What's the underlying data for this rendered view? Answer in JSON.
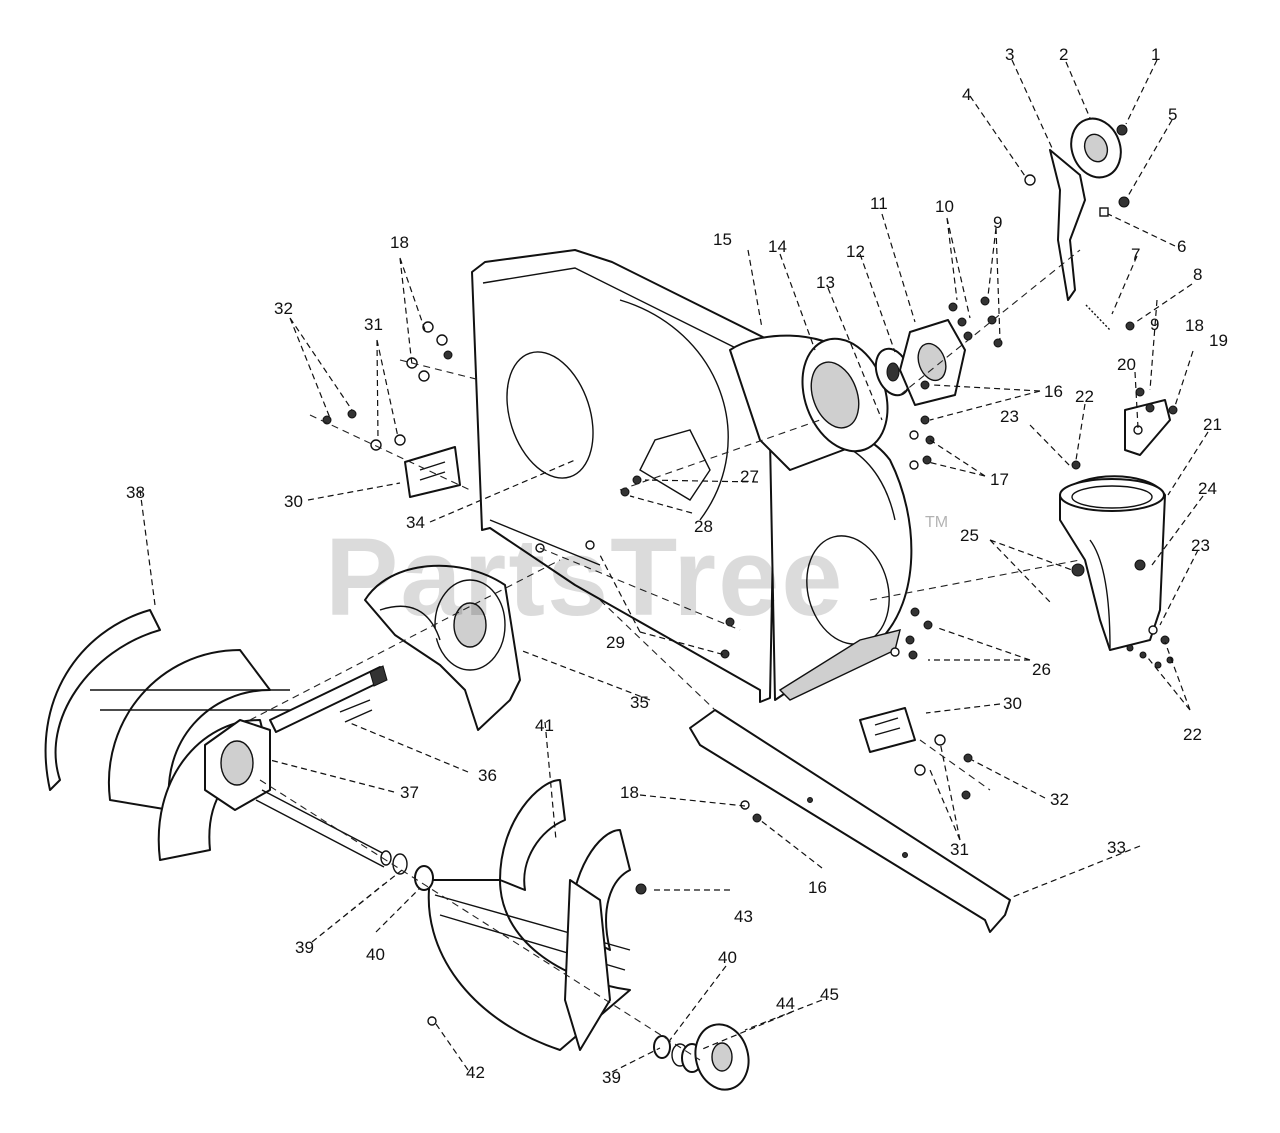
{
  "watermark": {
    "brand": "PartsTree",
    "trademark": "TM"
  },
  "callouts": [
    {
      "id": "c1",
      "label": "1"
    },
    {
      "id": "c2",
      "label": "2"
    },
    {
      "id": "c3",
      "label": "3"
    },
    {
      "id": "c4",
      "label": "4"
    },
    {
      "id": "c5",
      "label": "5"
    },
    {
      "id": "c6",
      "label": "6"
    },
    {
      "id": "c7",
      "label": "7"
    },
    {
      "id": "c8",
      "label": "8"
    },
    {
      "id": "c9a",
      "label": "9"
    },
    {
      "id": "c9b",
      "label": "9"
    },
    {
      "id": "c10",
      "label": "10"
    },
    {
      "id": "c11",
      "label": "11"
    },
    {
      "id": "c12",
      "label": "12"
    },
    {
      "id": "c13",
      "label": "13"
    },
    {
      "id": "c14",
      "label": "14"
    },
    {
      "id": "c15",
      "label": "15"
    },
    {
      "id": "c16a",
      "label": "16"
    },
    {
      "id": "c16b",
      "label": "16"
    },
    {
      "id": "c17",
      "label": "17"
    },
    {
      "id": "c18a",
      "label": "18"
    },
    {
      "id": "c18b",
      "label": "18"
    },
    {
      "id": "c18c",
      "label": "18"
    },
    {
      "id": "c19",
      "label": "19"
    },
    {
      "id": "c20",
      "label": "20"
    },
    {
      "id": "c21",
      "label": "21"
    },
    {
      "id": "c22a",
      "label": "22"
    },
    {
      "id": "c22b",
      "label": "22"
    },
    {
      "id": "c23a",
      "label": "23"
    },
    {
      "id": "c23b",
      "label": "23"
    },
    {
      "id": "c24",
      "label": "24"
    },
    {
      "id": "c25",
      "label": "25"
    },
    {
      "id": "c26",
      "label": "26"
    },
    {
      "id": "c27",
      "label": "27"
    },
    {
      "id": "c28",
      "label": "28"
    },
    {
      "id": "c29",
      "label": "29"
    },
    {
      "id": "c30a",
      "label": "30"
    },
    {
      "id": "c30b",
      "label": "30"
    },
    {
      "id": "c31a",
      "label": "31"
    },
    {
      "id": "c31b",
      "label": "31"
    },
    {
      "id": "c32a",
      "label": "32"
    },
    {
      "id": "c32b",
      "label": "32"
    },
    {
      "id": "c33",
      "label": "33"
    },
    {
      "id": "c34",
      "label": "34"
    },
    {
      "id": "c35",
      "label": "35"
    },
    {
      "id": "c36",
      "label": "36"
    },
    {
      "id": "c37",
      "label": "37"
    },
    {
      "id": "c38",
      "label": "38"
    },
    {
      "id": "c39a",
      "label": "39"
    },
    {
      "id": "c39b",
      "label": "39"
    },
    {
      "id": "c40a",
      "label": "40"
    },
    {
      "id": "c40b",
      "label": "40"
    },
    {
      "id": "c41",
      "label": "41"
    },
    {
      "id": "c42",
      "label": "42"
    },
    {
      "id": "c43",
      "label": "43"
    },
    {
      "id": "c44",
      "label": "44"
    },
    {
      "id": "c45",
      "label": "45"
    }
  ]
}
